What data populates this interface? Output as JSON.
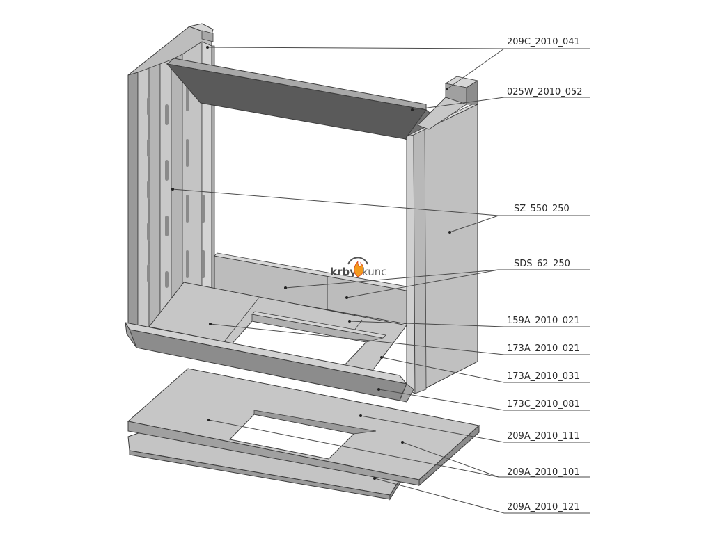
{
  "diagram": {
    "logo": {
      "word_left": "krby",
      "word_right": "kunc"
    },
    "parts": [
      {
        "code": "209C_2010_041"
      },
      {
        "code": "025W_2010_052"
      },
      {
        "code": "SZ_550_250"
      },
      {
        "code": "SDS_62_250"
      },
      {
        "code": "159A_2010_021"
      },
      {
        "code": "173A_2010_021"
      },
      {
        "code": "173A_2010_031"
      },
      {
        "code": "173C_2010_081"
      },
      {
        "code": "209A_2010_111"
      },
      {
        "code": "209A_2010_101"
      },
      {
        "code": "209A_2010_121"
      }
    ]
  },
  "colors": {
    "face_light": "#c8c8c8",
    "face_mid": "#b0b0b0",
    "face_dark": "#8a8a8a",
    "face_darkest": "#5c5c5c",
    "edge": "#3c3c3c",
    "logo_text": "#4a4a4a",
    "flame_orange": "#f39a1e",
    "flame_red": "#d9401a"
  }
}
